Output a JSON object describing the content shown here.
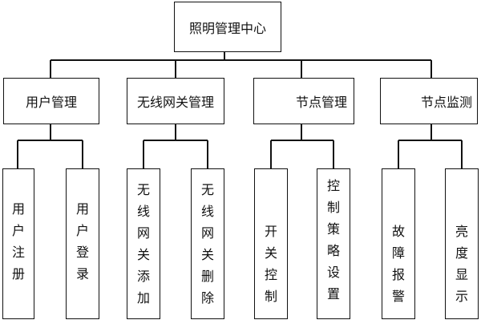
{
  "root": {
    "label": "照明管理中心"
  },
  "categories": [
    {
      "label": "用户管理",
      "children": [
        "用户注册",
        "用户登录"
      ]
    },
    {
      "label": "无线网关管理",
      "children": [
        "无线网关添加",
        "无线网关删除"
      ]
    },
    {
      "label": "节点管理",
      "children": [
        "开关控制",
        "控制策略设置"
      ]
    },
    {
      "label": "节点监测",
      "children": [
        "故障报警",
        "亮度显示"
      ]
    }
  ]
}
